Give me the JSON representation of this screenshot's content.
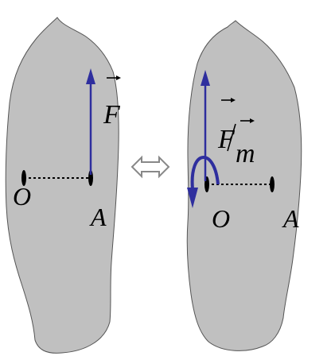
{
  "colors": {
    "body_fill": "#c0c0c0",
    "body_stroke": "#555555",
    "force": "#2e2e9e",
    "outline": "#000000",
    "equivalence_arrow": "#888888"
  },
  "left_panel": {
    "point_o": "O",
    "point_a": "A",
    "force_label": "F"
  },
  "right_panel": {
    "point_o": "O",
    "point_a": "A",
    "force_label": "F",
    "moment_label": "m"
  },
  "icons": {
    "vector_arrow": "small-right-arrow",
    "equivalence": "double-headed-arrow",
    "moment": "curved-arrow"
  }
}
